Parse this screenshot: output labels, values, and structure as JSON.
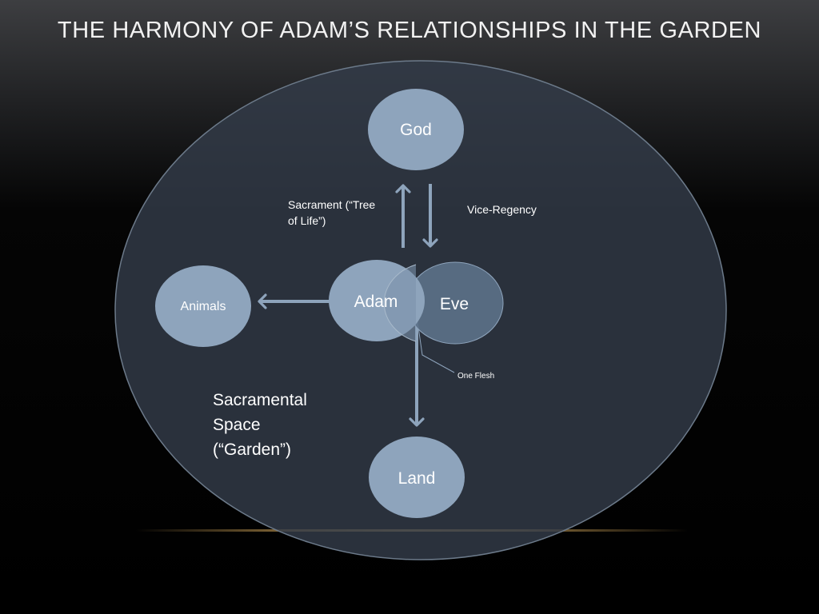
{
  "slide": {
    "title": "THE HARMONY OF ADAM’S RELATIONSHIPS IN THE GARDEN"
  },
  "nodes": {
    "god": "God",
    "adam": "Adam",
    "eve": "Eve",
    "animals": "Animals",
    "land": "Land"
  },
  "labels": {
    "sacrament_line1": "Sacrament (“Tree",
    "sacrament_line2": "of Life”)",
    "vice_regency": "Vice-Regency",
    "one_flesh": "One Flesh",
    "space_line1": "Sacramental",
    "space_line2": "Space",
    "space_line3": "(“Garden”)"
  },
  "colors": {
    "node_fill": "#8ea4bc",
    "arrow": "#8ea4bc",
    "outer_circle_fill": "#333c49",
    "outer_circle_stroke": "#6c7a8a"
  }
}
